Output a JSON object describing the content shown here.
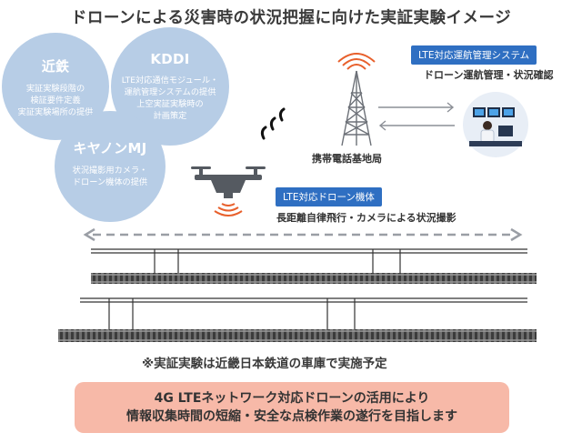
{
  "title": "ドローンによる災害時の状況把握に向けた実証実験イメージ",
  "partners": [
    {
      "name": "近鉄",
      "desc": "実証実験段階の\n検証要件定義\n実証実験場所の提供"
    },
    {
      "name": "KDDI",
      "desc": "LTE対応通信モジュール・\n運航管理システムの提供\n上空実証実験時の\n計画策定"
    },
    {
      "name": "キヤノンMJ",
      "desc": "状況撮影用カメラ・\nドローン機体の提供"
    }
  ],
  "base_station_label": "携帯電話基地局",
  "system_chip": "LTE対応運航管理システム",
  "system_caption": "ドローン運航管理・状況確認",
  "drone_chip": "LTE対応ドローン機体",
  "drone_caption": "長距離自律飛行・カメラによる状況撮影",
  "note": "※実証実験は近畿日本鉄道の車庫で実施予定",
  "banner": {
    "line1": "4G LTEネットワーク対応ドローンの活用により",
    "line2": "情報収集時間の短縮・安全な点検作業の遂行を目指します"
  },
  "colors": {
    "bubble": "#b7cde6",
    "chip": "#2f6fc2",
    "signal": "#e8602c",
    "banner": "#f7b9a8"
  }
}
